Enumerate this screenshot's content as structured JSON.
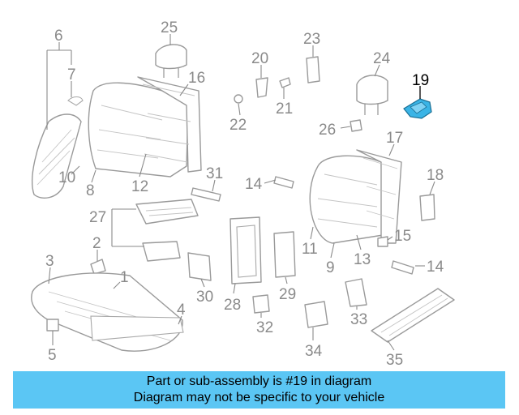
{
  "diagram": {
    "callouts": {
      "c1": "1",
      "c2": "2",
      "c3": "3",
      "c4": "4",
      "c5": "5",
      "c6": "6",
      "c7": "7",
      "c8": "8",
      "c9": "9",
      "c10": "10",
      "c11": "11",
      "c12": "12",
      "c13": "13",
      "c14a": "14",
      "c14b": "14",
      "c15": "15",
      "c16": "16",
      "c17": "17",
      "c18": "18",
      "c19": "19",
      "c20": "20",
      "c21": "21",
      "c22": "22",
      "c23": "23",
      "c24": "24",
      "c25": "25",
      "c26": "26",
      "c27": "27",
      "c28": "28",
      "c29": "29",
      "c30": "30",
      "c31": "31",
      "c32": "32",
      "c33": "33",
      "c34": "34",
      "c35": "35"
    },
    "highlight_color": "#3ab4e6"
  },
  "banner": {
    "line1": "Part or sub-assembly is #19 in diagram",
    "line2": "Diagram may not be specific to your vehicle",
    "background": "#5bc6f4"
  }
}
